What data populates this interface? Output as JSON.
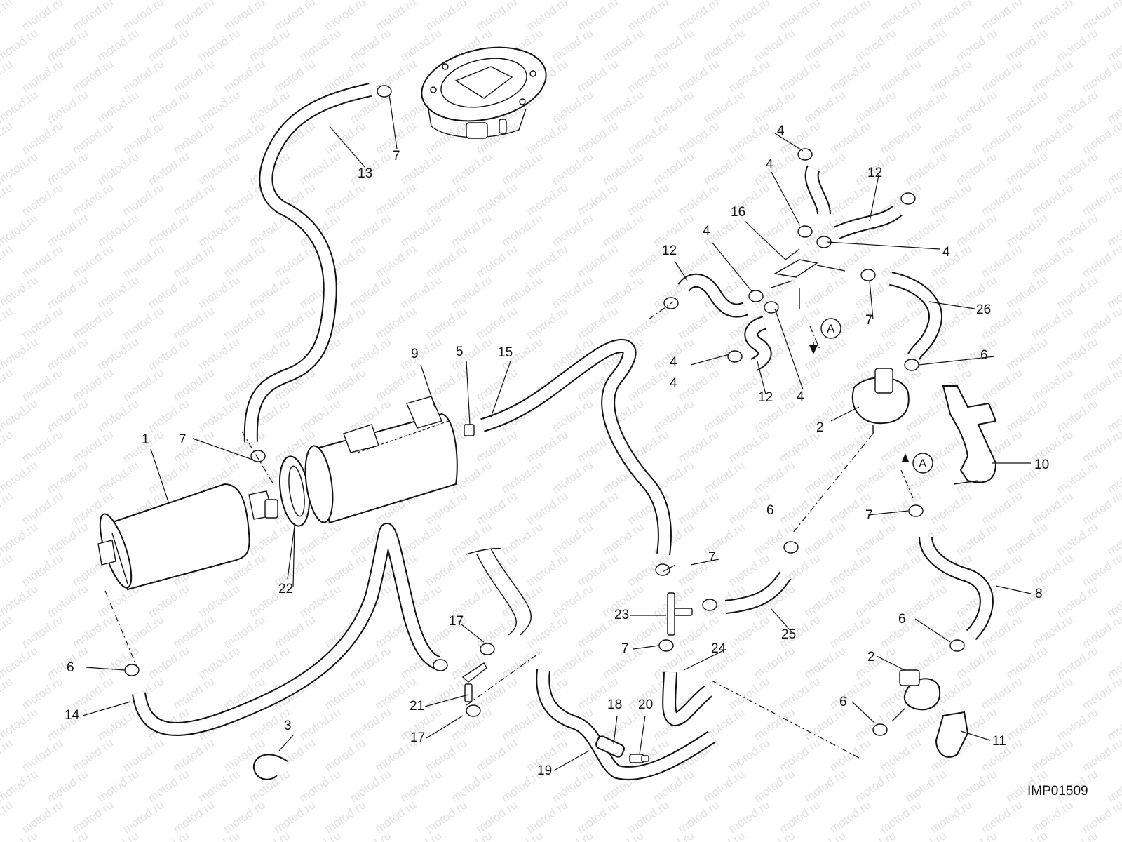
{
  "watermark": "motod.ru",
  "drawing_code": "IMP01509",
  "view_reference": "A",
  "callouts": {
    "c1": "1",
    "c2a": "2",
    "c2b": "2",
    "c3": "3",
    "c4a": "4",
    "c4b": "4",
    "c4c": "4",
    "c4d": "4",
    "c4e": "4",
    "c4f": "4",
    "c4g": "4",
    "c5": "5",
    "c6a": "6",
    "c6b": "6",
    "c6c": "6",
    "c6d": "6",
    "c6e": "6",
    "c7a": "7",
    "c7b": "7",
    "c7c": "7",
    "c7d": "7",
    "c7e": "7",
    "c7f": "7",
    "c8": "8",
    "c9": "9",
    "c10": "10",
    "c11": "11",
    "c12a": "12",
    "c12b": "12",
    "c12c": "12",
    "c13": "13",
    "c14": "14",
    "c15": "15",
    "c16": "16",
    "c17a": "17",
    "c17b": "17",
    "c18": "18",
    "c19": "19",
    "c20": "20",
    "c21": "21",
    "c22": "22",
    "c23": "23",
    "c24": "24",
    "c25": "25",
    "c26": "26"
  }
}
